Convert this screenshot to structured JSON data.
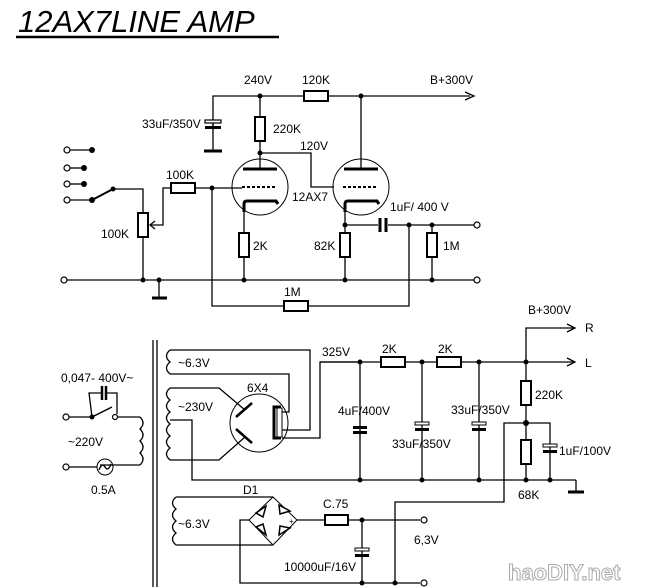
{
  "title": "12AX7LINE AMP",
  "amplifier": {
    "labels": {
      "v240": "240V",
      "r120k": "120K",
      "bplus": "B+300V",
      "c33": "33uF/350V",
      "r220k": "220K",
      "v120": "120V",
      "r100k_in": "100K",
      "pot100k": "100K",
      "tube": "12AX7",
      "r2k": "2K",
      "r82k": "82K",
      "cout": "1uF/ 400 V",
      "r1m_out": "1M",
      "r1m_fb": "1M"
    }
  },
  "power_supply": {
    "labels": {
      "cap_mains": "0,047- 400V~",
      "mains": "~220V",
      "fuse": "0.5A",
      "sec_heater": "~6.3V",
      "sec_hv": "~230V",
      "rectifier": "6X4",
      "v325": "325V",
      "r2k_a": "2K",
      "r2k_b": "2K",
      "bplus": "B+300V",
      "out_r": "R",
      "out_l": "L",
      "c4u": "4uF/400V",
      "c33_a": "33uF/350V",
      "c33_b": "33uF/350V",
      "r220k": "220K",
      "c1u": "1uF/100V",
      "r68k": "68K",
      "d1": "D1",
      "sec_heater2": "~6.3V",
      "rc75": "C.75",
      "c10000": "10000uF/16V",
      "v63": "6,3V"
    }
  },
  "watermark": "haoDIY.net"
}
